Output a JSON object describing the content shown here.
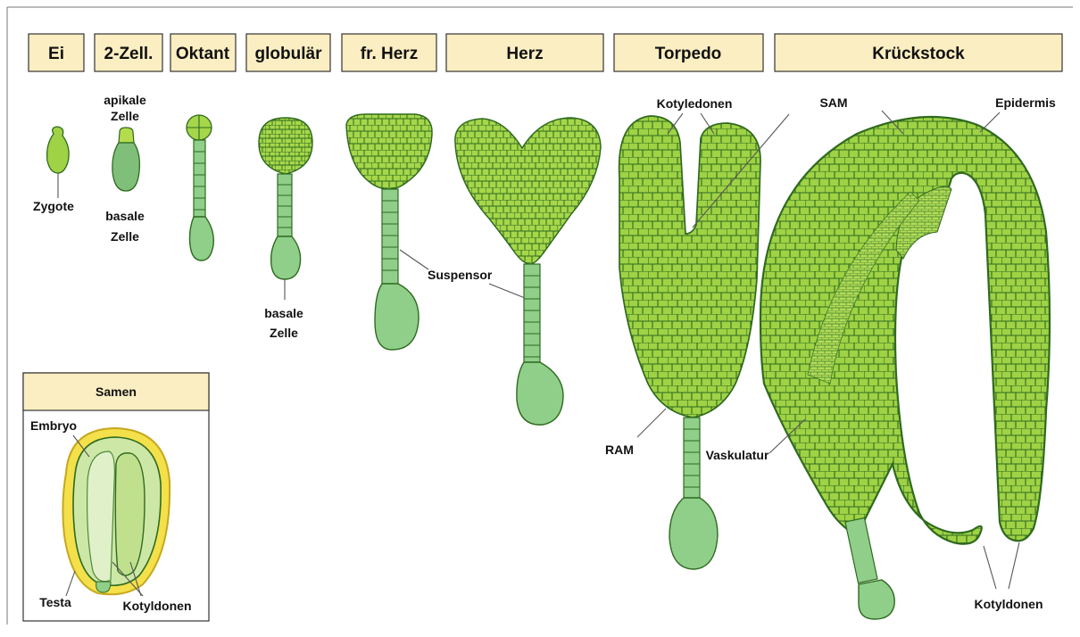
{
  "stages": [
    "Ei",
    "2-Zell.",
    "Oktant",
    "globulär",
    "fr. Herz",
    "Herz",
    "Torpedo",
    "Krückstock"
  ],
  "labels": {
    "zygote": "Zygote",
    "apikale": "apikale",
    "zelle_top": "Zelle",
    "basale_1": "basale",
    "zelle_1": "Zelle",
    "basale_2": "basale",
    "zelle_2": "Zelle",
    "suspensor": "Suspensor",
    "kotyledonen": "Kotyledonen",
    "ram": "RAM",
    "vaskulatur": "Vaskulatur",
    "sam": "SAM",
    "epidermis": "Epidermis",
    "kotyldonen_big": "Kotyldonen"
  },
  "samen": {
    "title": "Samen",
    "embryo": "Embryo",
    "testa": "Testa",
    "kotyldonen": "Kotyldonen"
  },
  "colors": {
    "box_fill": "#fbeec2",
    "tissue_light": "#a6d64a",
    "tissue_dark": "#2f6a1f",
    "suspensor": "#8fcf8a",
    "testa": "#f3e04a"
  }
}
